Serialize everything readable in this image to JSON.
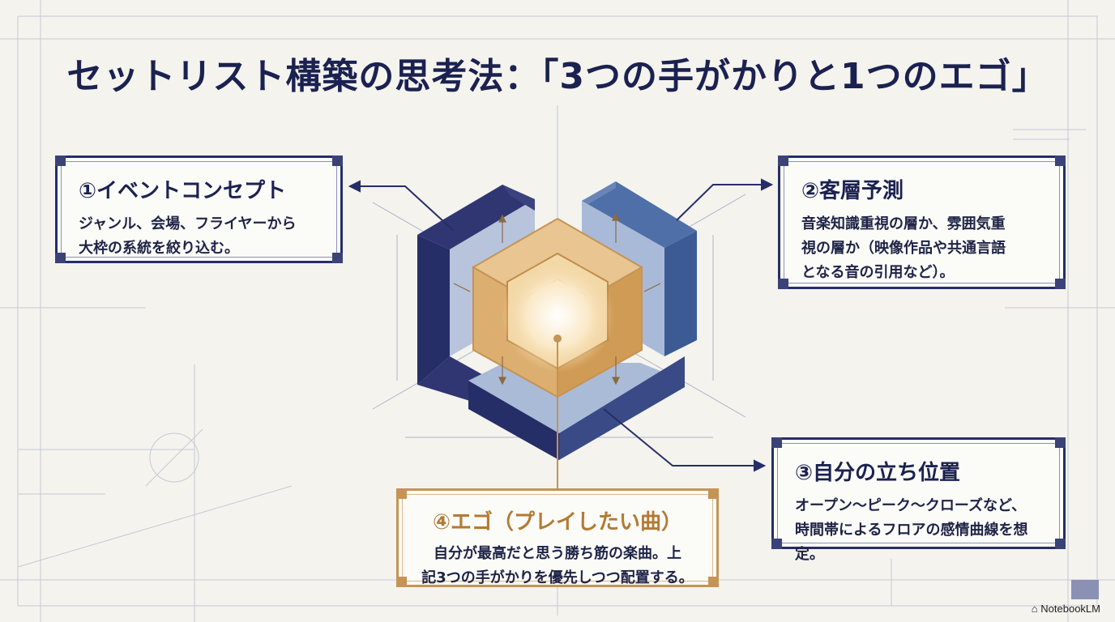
{
  "title": "セットリスト構築の思考法：「3つの手がかりと1つのエゴ」",
  "cards": {
    "concept": {
      "heading": "①イベントコンセプト",
      "lines": [
        "ジャンル、会場、フライヤーから",
        "大枠の系統を絞り込む。"
      ]
    },
    "audience": {
      "heading": "②客層予測",
      "lines": [
        "音楽知識重視の層か、雰囲気重",
        "視の層か（映像作品や共通言語",
        "となる音の引用など）。"
      ]
    },
    "position": {
      "heading": "③自分の立ち位置",
      "lines": [
        "オープン〜ピーク〜クローズなど、",
        "時間帯によるフロアの感情曲線を想定。"
      ]
    },
    "ego": {
      "heading": "④エゴ（プレイしたい曲）",
      "lines": [
        "自分が最高だと思う勝ち筋の楽曲。上",
        "記3つの手がかりを優先しつつ配置する。"
      ]
    }
  },
  "colors": {
    "navy": "#262e68",
    "steel": "#4a6aa2",
    "gold": "#c59454",
    "cream": "#f4f3ee"
  },
  "brand": "NotebookLM"
}
